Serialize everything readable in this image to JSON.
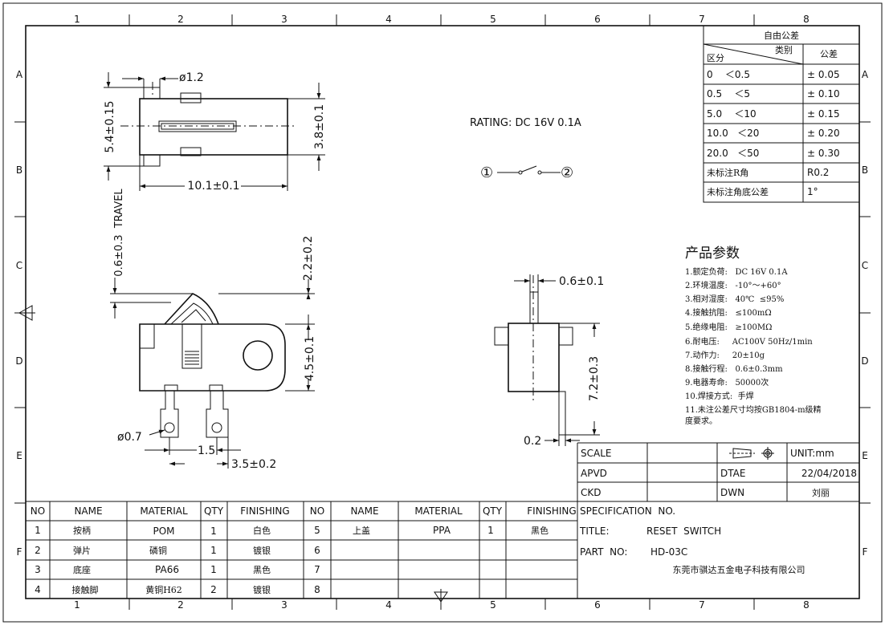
{
  "frame": {
    "col_numbers": [
      "1",
      "2",
      "3",
      "4",
      "5",
      "6",
      "7",
      "8"
    ],
    "row_letters": [
      "A",
      "B",
      "C",
      "D",
      "E",
      "F"
    ]
  },
  "tolerance_table": {
    "title": "自由公差",
    "col_category": "类别",
    "col_range": "区分",
    "col_tolerance": "公差",
    "rows": [
      {
        "range": "0    ＜0.5",
        "tol": "± 0.05"
      },
      {
        "range": "0.5    ＜5",
        "tol": "± 0.10"
      },
      {
        "range": "5.0    ＜10",
        "tol": "± 0.15"
      },
      {
        "range": "10.0   ＜20",
        "tol": "± 0.20"
      },
      {
        "range": "20.0   ＜50",
        "tol": "± 0.30"
      },
      {
        "range": "未标注R角",
        "tol": "R0.2"
      },
      {
        "range": "未标注角底公差",
        "tol": "1°"
      }
    ]
  },
  "rating": "RATING: DC 16V 0.1A",
  "schematic": {
    "pin1": "①",
    "pin2": "②"
  },
  "dimensions": {
    "d_pin_hole": "ø1.2",
    "h_body": "5.4±0.15",
    "h_side": "3.8±0.1",
    "w_body": "10.1±0.1",
    "travel": "0.6±0.3  TRAVEL",
    "lever_h": "2.2±0.2",
    "body_h": "4.5±0.1",
    "terminal_hole": "ø0.7",
    "pin_pitch": "1.5",
    "pin_offset": "3.5±0.2",
    "lever_w": "0.6±0.1",
    "total_h": "7.2±0.3",
    "pin_thk": "0.2"
  },
  "params": {
    "title": "产品参数",
    "items": [
      "1.额定负荷:   DC 16V 0.1A",
      "2.环境温度:   -10°～+60°",
      "3.相对湿度:   40℃  ≤95%",
      "4.接触抗阻:   ≤100mΩ",
      "5.绝缘电阻:   ≥100MΩ",
      "6.耐电压:     AC100V 50Hz/1min",
      "7.动作力:     20±10g",
      "8.接触行程:   0.6±0.3mm",
      "9.电器寿命:   50000次",
      "10.焊接方式:  手焊",
      "11.未注公差尺寸均按GB1804-m级精",
      "度要求。"
    ]
  },
  "title_block": {
    "scale_label": "SCALE",
    "scale_value": "",
    "unit": "UNIT:mm",
    "apvd_label": "APVD",
    "dtae_label": "DTAE",
    "date": "22/04/2018",
    "ckd_label": "CKD",
    "dwn_label": "DWN",
    "drawer": "刘丽",
    "spec_no": "SPECIFICATION  NO.",
    "title_label": "TITLE:",
    "title_value": "RESET  SWITCH",
    "part_label": "PART  NO:",
    "part_value": "HD-03C",
    "company": "东莞市骐达五金电子科技有限公司"
  },
  "bom": {
    "headers": [
      "NO",
      "NAME",
      "MATERIAL",
      "QTY",
      "FINISHING"
    ],
    "left_rows": [
      {
        "no": "1",
        "name": "按柄",
        "material": "POM",
        "qty": "1",
        "finishing": "白色"
      },
      {
        "no": "2",
        "name": "弹片",
        "material": "磷铜",
        "qty": "1",
        "finishing": "镀银"
      },
      {
        "no": "3",
        "name": "底座",
        "material": "PA66",
        "qty": "1",
        "finishing": "黑色"
      },
      {
        "no": "4",
        "name": "接触脚",
        "material": "黄铜H62",
        "qty": "2",
        "finishing": "镀银"
      }
    ],
    "right_rows": [
      {
        "no": "5",
        "name": "上盖",
        "material": "PPA",
        "qty": "1",
        "finishing": "黑色"
      },
      {
        "no": "6",
        "name": "",
        "material": "",
        "qty": "",
        "finishing": ""
      },
      {
        "no": "7",
        "name": "",
        "material": "",
        "qty": "",
        "finishing": ""
      },
      {
        "no": "8",
        "name": "",
        "material": "",
        "qty": "",
        "finishing": ""
      }
    ]
  }
}
